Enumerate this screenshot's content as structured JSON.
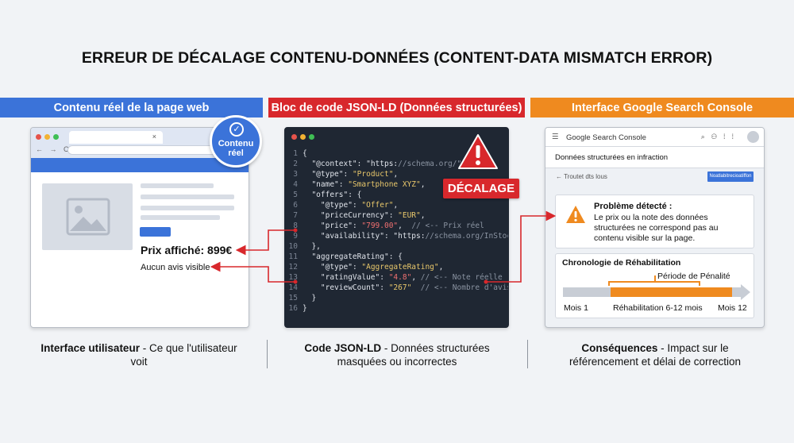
{
  "title": "ERREUR DE DÉCALAGE CONTENU-DONNÉES (CONTENT-DATA MISMATCH ERROR)",
  "bands": {
    "left": "Contenu réel de la page web",
    "middle": "Bloc de code JSON-LD (Données structurées)",
    "right": "Interface Google Search Console"
  },
  "browser": {
    "tab_close": "×",
    "nav": "← → C",
    "price": "Prix affiché: 899€",
    "reviews": "Aucun avis visible",
    "badge": "Contenu réel"
  },
  "code": {
    "lines": [
      {
        "n": "1",
        "t": "{"
      },
      {
        "n": "2",
        "t": "  \"@context\": \"https://schema.org/\","
      },
      {
        "n": "3",
        "t": "  \"@type\": \"Product\","
      },
      {
        "n": "4",
        "t": "  \"name\": \"Smartphone XYZ\","
      },
      {
        "n": "5",
        "t": "  \"offers\": {"
      },
      {
        "n": "6",
        "t": "    \"@type\": \"Offer\","
      },
      {
        "n": "7",
        "t": "    \"priceCurrency\": \"EUR\","
      },
      {
        "n": "8",
        "t": "    \"price\": \"799.00\",  // <-- Prix réel"
      },
      {
        "n": "9",
        "t": "    \"availability\": \"https://schema.org/InStock\""
      },
      {
        "n": "10",
        "t": "  },"
      },
      {
        "n": "11",
        "t": "  \"aggregateRating\": {"
      },
      {
        "n": "12",
        "t": "    \"@type\": \"AggregateRating\","
      },
      {
        "n": "13",
        "t": "    \"ratingValue\": \"4.8\", // <-- Note réelle"
      },
      {
        "n": "14",
        "t": "    \"reviewCount\": \"267\"  // <-- Nombre d'avis"
      },
      {
        "n": "15",
        "t": "  }"
      },
      {
        "n": "16",
        "t": "}"
      }
    ],
    "warning_label": "DÉCALAGE"
  },
  "gsc": {
    "app_name": "Google Search Console",
    "section": "Données structurées en infraction",
    "back": "← Troutet dts lous",
    "action_button": "Noatlabitrecioatiffon",
    "problem_title": "Problème détecté :",
    "problem_text": "Le prix ou la note des données structurées ne correspond pas au contenu visible sur la page.",
    "timeline_title": "Chronologie de Réhabilitation",
    "penalty": "Période de Pénalité",
    "month1": "Mois 1",
    "rehab": "Réhabilitation 6-12 mois",
    "month12": "Mois 12",
    "rehab_fraction_start": 0.27,
    "rehab_fraction_end": 0.95
  },
  "captions": {
    "left_bold": "Interface utilisateur",
    "left_rest": " - Ce que l'utilisateur voit",
    "middle_bold": "Code JSON-LD",
    "middle_rest": " - Données structurées masquées ou incorrectes",
    "right_bold": "Conséquences",
    "right_rest": " - Impact sur le référencement et délai de correction"
  },
  "colors": {
    "blue": "#3b73d9",
    "red": "#d8282c",
    "orange": "#ef8a1f",
    "code_bg": "#1f2733"
  }
}
